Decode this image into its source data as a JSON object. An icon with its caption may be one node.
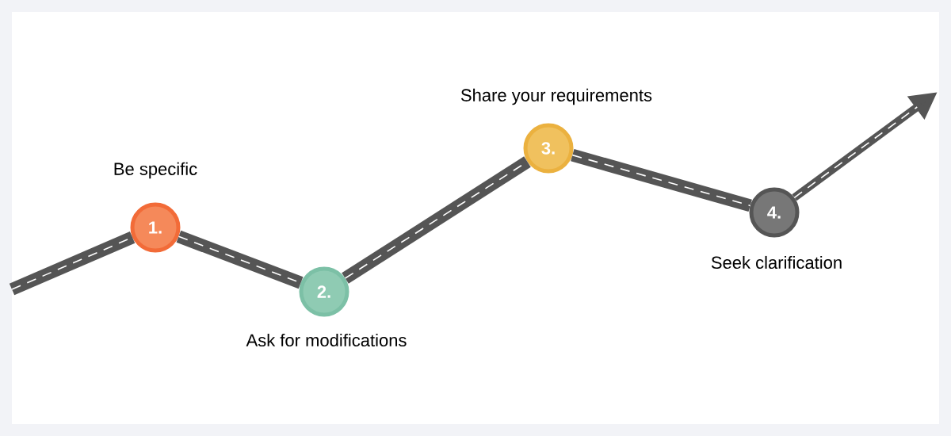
{
  "diagram": {
    "nodes": [
      {
        "text": [
          "1."
        ],
        "beside": [
          "Be specific"
        ]
      },
      {
        "text": [
          "2."
        ],
        "beside": [
          "Ask for modifications"
        ]
      },
      {
        "text": [
          "3."
        ],
        "beside": [
          "Share your requirements"
        ]
      },
      {
        "text": [
          "4."
        ],
        "beside": [
          "Seek clarification"
        ]
      }
    ],
    "edges": [
      {
        "from": null,
        "to": 0,
        "arrow": "none"
      },
      {
        "from": 0,
        "to": 1,
        "arrow": "none"
      },
      {
        "from": 1,
        "to": 2,
        "arrow": "none"
      },
      {
        "from": 2,
        "to": 3,
        "arrow": "none"
      },
      {
        "from": 3,
        "to": null,
        "arrow": "to"
      }
    ]
  }
}
